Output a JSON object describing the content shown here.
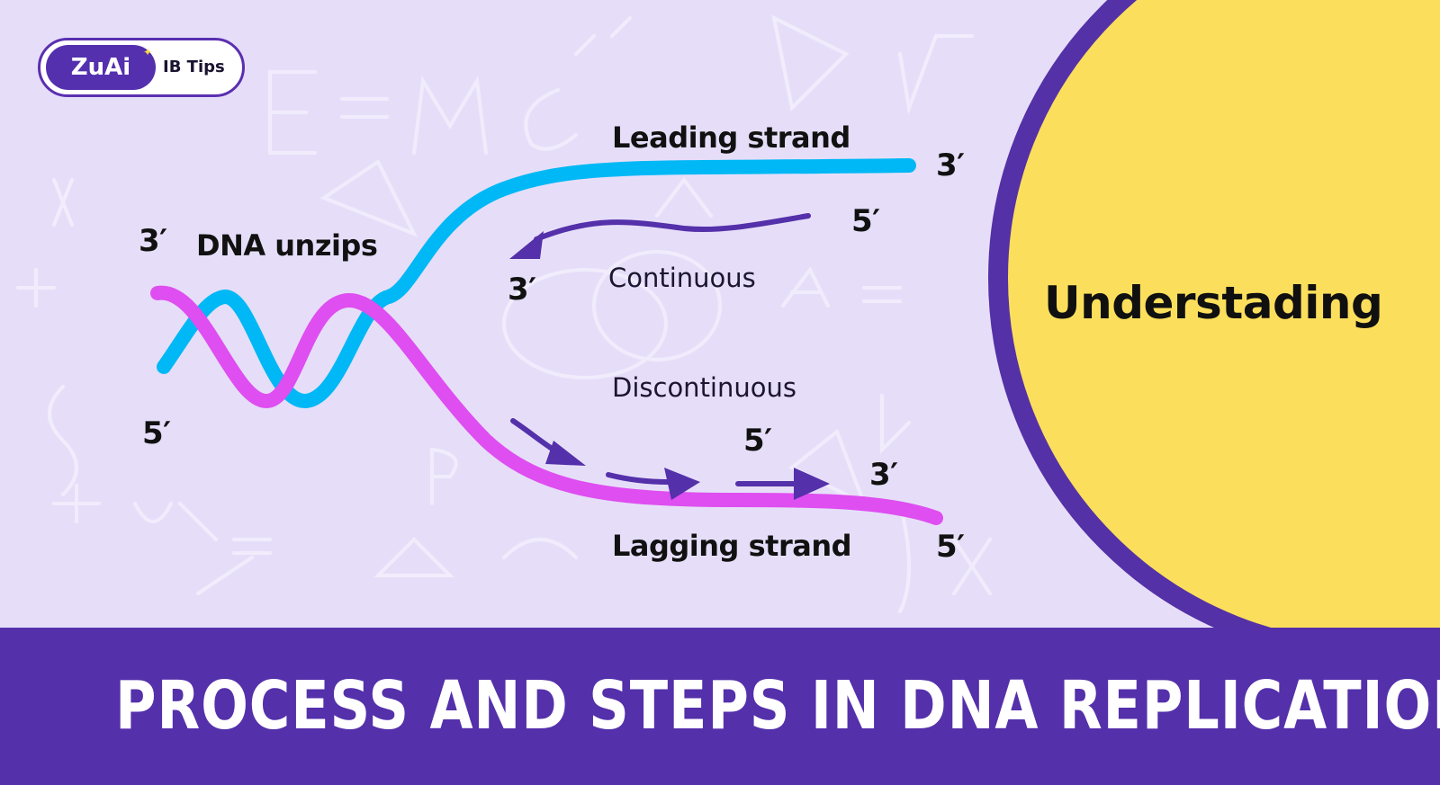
{
  "badge": {
    "logo_text": "ZuAi",
    "tag_text": "IB Tips"
  },
  "diagram": {
    "labels": {
      "dna_unzips": "DNA unzips",
      "leading_strand": "Leading strand",
      "lagging_strand": "Lagging strand",
      "continuous": "Continuous",
      "discontinuous": "Discontinuous",
      "left_top_3": "3′",
      "left_bottom_5": "5′",
      "leading_end_3": "3′",
      "leading_new_5": "5′",
      "leading_new_3": "3′",
      "lagging_new_5": "5′",
      "lagging_new_3": "3′",
      "lagging_end_5": "5′"
    },
    "colors": {
      "leading_template": "#00b8f5",
      "lagging_template": "#de4ef0",
      "new_strand": "#5430aa",
      "background": "#e6def9"
    }
  },
  "side_panel": {
    "text": "Understading",
    "fill_color": "#fbdf5c",
    "border_color": "#5431a6"
  },
  "banner": {
    "title": "PROCESS AND STEPS IN DNA REPLICATION",
    "color": "#5430aa"
  }
}
